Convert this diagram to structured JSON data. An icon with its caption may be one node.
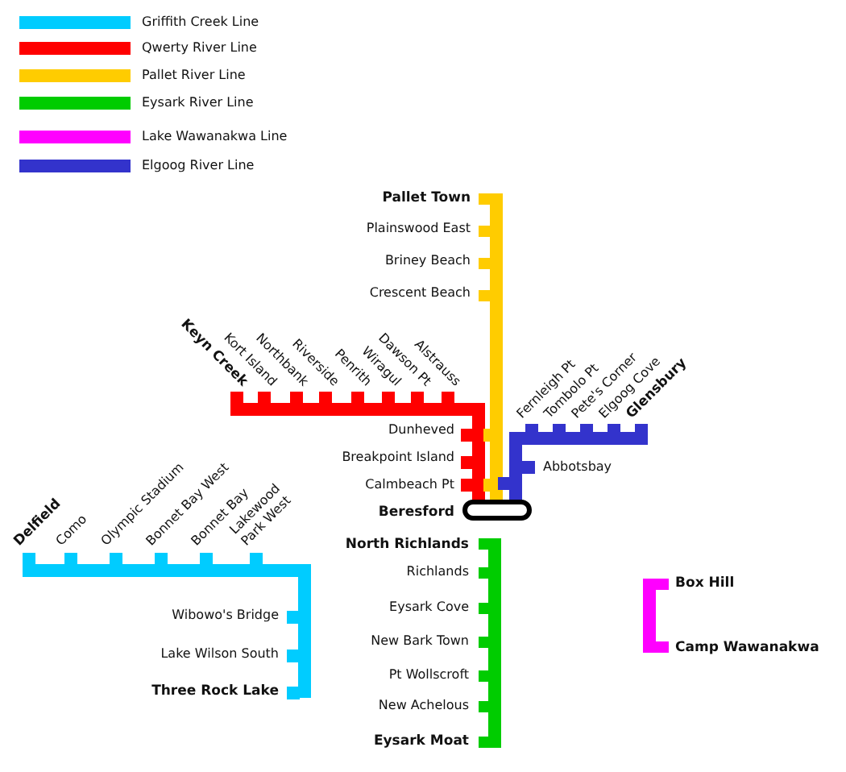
{
  "diagram": {
    "nodes": [
      {
        "text": [
          "Pallet Town"
        ]
      },
      {
        "text": [
          "Plainswood East"
        ]
      },
      {
        "text": [
          "Briney Beach"
        ]
      },
      {
        "text": [
          "Crescent Beach"
        ]
      },
      {
        "text": [
          "Keyn Creek"
        ]
      },
      {
        "text": [
          "Kort Island"
        ]
      },
      {
        "text": [
          "Northbank"
        ]
      },
      {
        "text": [
          "Riverside"
        ]
      },
      {
        "text": [
          "Penrith"
        ]
      },
      {
        "text": [
          "Wiragul"
        ]
      },
      {
        "text": [
          "Dawson Pt"
        ]
      },
      {
        "text": [
          "Alstrauss"
        ]
      },
      {
        "text": [
          "Fernleigh Pt"
        ]
      },
      {
        "text": [
          "Tombolo Pt"
        ]
      },
      {
        "text": [
          "Pete's Corner"
        ]
      },
      {
        "text": [
          "Elgoog Cove"
        ]
      },
      {
        "text": [
          "Glensbury"
        ]
      },
      {
        "text": [
          "Dunheved"
        ]
      },
      {
        "text": [
          "Abbotsbay"
        ]
      },
      {
        "text": [
          "Breakpoint Island"
        ]
      },
      {
        "text": [
          "Calmbeach Pt"
        ]
      },
      {
        "text": [
          "Beresford"
        ]
      },
      {
        "text": [
          "Delfield"
        ]
      },
      {
        "text": [
          "Como"
        ]
      },
      {
        "text": [
          "Olympic Stadium"
        ]
      },
      {
        "text": [
          "Bonnet Bay West"
        ]
      },
      {
        "text": [
          "Bonnet Bay"
        ]
      },
      {
        "text": [
          "Lakewood Park West"
        ]
      },
      {
        "text": [
          "Wibowo's Bridge"
        ]
      },
      {
        "text": [
          "Lake Wilson South"
        ]
      },
      {
        "text": [
          "Three Rock Lake"
        ]
      },
      {
        "text": [
          "North Richlands"
        ]
      },
      {
        "text": [
          "Richlands"
        ]
      },
      {
        "text": [
          "Eysark Cove"
        ]
      },
      {
        "text": [
          "New Bark Town"
        ]
      },
      {
        "text": [
          "Pt Wollscroft"
        ]
      },
      {
        "text": [
          "New Achelous"
        ]
      },
      {
        "text": [
          "Eysark Moat"
        ]
      },
      {
        "text": [
          "Box Hill"
        ]
      },
      {
        "text": [
          "Camp Wawanakwa"
        ]
      }
    ],
    "edges": [
      {
        "from": 0,
        "to": 1,
        "arrow": "none",
        "color": "#ffcc00"
      },
      {
        "from": 1,
        "to": 2,
        "arrow": "none",
        "color": "#ffcc00"
      },
      {
        "from": 2,
        "to": 3,
        "arrow": "none",
        "color": "#ffcc00"
      },
      {
        "from": 3,
        "to": 17,
        "arrow": "none",
        "color": "#ffcc00"
      },
      {
        "from": 17,
        "to": 20,
        "arrow": "none",
        "color": "#ffcc00"
      },
      {
        "from": 20,
        "to": 21,
        "arrow": "none",
        "color": "#ffcc00"
      },
      {
        "from": 4,
        "to": 5,
        "arrow": "none",
        "color": "#ff0000"
      },
      {
        "from": 5,
        "to": 6,
        "arrow": "none",
        "color": "#ff0000"
      },
      {
        "from": 6,
        "to": 7,
        "arrow": "none",
        "color": "#ff0000"
      },
      {
        "from": 7,
        "to": 8,
        "arrow": "none",
        "color": "#ff0000"
      },
      {
        "from": 8,
        "to": 9,
        "arrow": "none",
        "color": "#ff0000"
      },
      {
        "from": 9,
        "to": 10,
        "arrow": "none",
        "color": "#ff0000"
      },
      {
        "from": 10,
        "to": 11,
        "arrow": "none",
        "color": "#ff0000"
      },
      {
        "from": 11,
        "to": 17,
        "arrow": "none",
        "color": "#ff0000"
      },
      {
        "from": 17,
        "to": 19,
        "arrow": "none",
        "color": "#ff0000"
      },
      {
        "from": 19,
        "to": 20,
        "arrow": "none",
        "color": "#ff0000"
      },
      {
        "from": 20,
        "to": 21,
        "arrow": "none",
        "color": "#ff0000"
      },
      {
        "from": 12,
        "to": 13,
        "arrow": "none",
        "color": "#3333cc"
      },
      {
        "from": 13,
        "to": 14,
        "arrow": "none",
        "color": "#3333cc"
      },
      {
        "from": 14,
        "to": 15,
        "arrow": "none",
        "color": "#3333cc"
      },
      {
        "from": 15,
        "to": 16,
        "arrow": "none",
        "color": "#3333cc"
      },
      {
        "from": 12,
        "to": 18,
        "arrow": "none",
        "color": "#3333cc"
      },
      {
        "from": 18,
        "to": 20,
        "arrow": "none",
        "color": "#3333cc"
      },
      {
        "from": 20,
        "to": 21,
        "arrow": "none",
        "color": "#3333cc"
      },
      {
        "from": 22,
        "to": 23,
        "arrow": "none",
        "color": "#00ccff"
      },
      {
        "from": 23,
        "to": 24,
        "arrow": "none",
        "color": "#00ccff"
      },
      {
        "from": 24,
        "to": 25,
        "arrow": "none",
        "color": "#00ccff"
      },
      {
        "from": 25,
        "to": 26,
        "arrow": "none",
        "color": "#00ccff"
      },
      {
        "from": 26,
        "to": 27,
        "arrow": "none",
        "color": "#00ccff"
      },
      {
        "from": 27,
        "to": 28,
        "arrow": "none",
        "color": "#00ccff"
      },
      {
        "from": 28,
        "to": 29,
        "arrow": "none",
        "color": "#00ccff"
      },
      {
        "from": 29,
        "to": 30,
        "arrow": "none",
        "color": "#00ccff"
      },
      {
        "from": 31,
        "to": 32,
        "arrow": "none",
        "color": "#00cc00"
      },
      {
        "from": 32,
        "to": 33,
        "arrow": "none",
        "color": "#00cc00"
      },
      {
        "from": 33,
        "to": 34,
        "arrow": "none",
        "color": "#00cc00"
      },
      {
        "from": 34,
        "to": 35,
        "arrow": "none",
        "color": "#00cc00"
      },
      {
        "from": 35,
        "to": 36,
        "arrow": "none",
        "color": "#00cc00"
      },
      {
        "from": 36,
        "to": 37,
        "arrow": "none",
        "color": "#00cc00"
      },
      {
        "from": 38,
        "to": 39,
        "arrow": "none",
        "color": "#ff00ff"
      }
    ],
    "legend": [
      {
        "text": "Griffith Creek Line",
        "color": "#00ccff"
      },
      {
        "text": "Qwerty River Line",
        "color": "#ff0000"
      },
      {
        "text": "Pallet River Line",
        "color": "#ffcc00"
      },
      {
        "text": "Eysark River Line",
        "color": "#00cc00"
      },
      {
        "text": "Lake Wawanakwa Line",
        "color": "#ff00ff"
      },
      {
        "text": "Elgoog River Line",
        "color": "#3333cc"
      }
    ]
  }
}
